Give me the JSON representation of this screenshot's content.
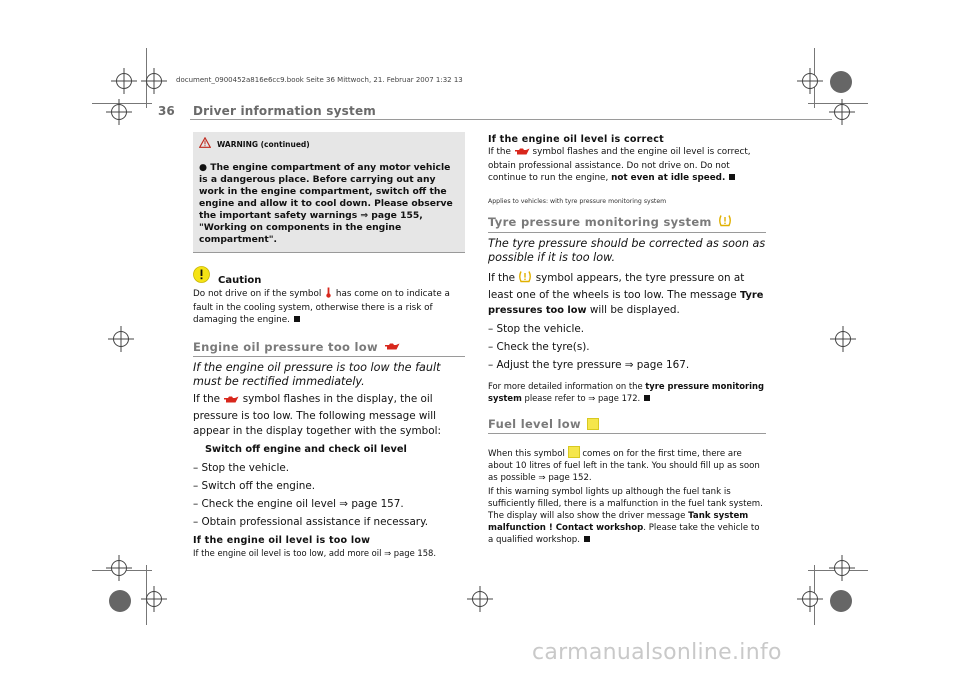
{
  "print_header": "document_0900452a816e6cc9.book  Seite 36  Mittwoch, 21. Februar 2007  1:32 13",
  "page": {
    "number": "36",
    "running_head": "Driver information system"
  },
  "warning": {
    "title": "WARNING (continued)",
    "text": "The engine compartment of any motor vehicle is a dangerous place. Before carrying out any work in the engine compartment, switch off the engine and allow it to cool down. Please observe the important safety warnings ⇒ page 155, \"Working on components in the engine compartment\"."
  },
  "caution": {
    "title": "Caution",
    "text_before": "Do not drive on if the symbol",
    "text_after": "has come on to indicate a fault in the cooling system, otherwise there is a risk of damaging the engine."
  },
  "oil_section": {
    "heading": "Engine oil pressure too low",
    "lead": "If the engine oil pressure is too low the fault must be rectified immediately.",
    "para_before": "If the",
    "para_after": "symbol flashes in the display, the oil pressure is too low. The following message will appear in the display together with the symbol:",
    "message": "Switch off engine and check oil level",
    "steps": [
      "– Stop the vehicle.",
      "– Switch off the engine.",
      "– Check the engine oil level ⇒ page 157.",
      "– Obtain professional assistance if necessary."
    ],
    "low_heading": "If the engine oil level is too low",
    "low_text": "If the engine oil level is too low, add more oil ⇒ page 158.",
    "correct_heading": "If the engine oil level is correct",
    "correct_before": "If the",
    "correct_after": "symbol flashes and the engine oil level is correct, obtain professional assistance. Do not drive on. Do not continue to run the engine,",
    "correct_bold": "not even at idle speed."
  },
  "tyre_section": {
    "applies": "Applies to vehicles: with tyre pressure monitoring system",
    "heading": "Tyre pressure monitoring system",
    "lead": "The tyre pressure should be corrected as soon as possible if it is too low.",
    "para_before": "If the",
    "para_after": "symbol appears, the tyre pressure on at least one of the wheels is too low. The message",
    "para_bold": "Tyre pressures too low",
    "para_end": "will be displayed.",
    "steps": [
      "– Stop the vehicle.",
      "– Check the tyre(s).",
      "– Adjust the tyre pressure ⇒ page 167."
    ],
    "more_before": "For more detailed information on the",
    "more_bold": "tyre pressure monitoring system",
    "more_after": "please refer to ⇒ page 172."
  },
  "fuel_section": {
    "heading": "Fuel level low",
    "p1_before": "When this symbol",
    "p1_after": "comes on for the first time, there are about 10 litres of fuel left in the tank. You should fill up as soon as possible ⇒ page 152.",
    "p2": "If this warning symbol lights up although the fuel tank is sufficiently filled, there is a malfunction in the fuel tank system. The display will also show the driver message",
    "p2_bold": "Tank system malfunction ! Contact workshop",
    "p2_end": ". Please take the vehicle to a qualified workshop."
  },
  "watermark": "carmanualsonline.info",
  "colors": {
    "heading_gray": "#7a7a7a",
    "warning_bg": "#e6e6e6",
    "oil_can_red": "#d8271c",
    "caution_yellow": "#f5e315",
    "fuel_yellow": "#f5e64b"
  }
}
